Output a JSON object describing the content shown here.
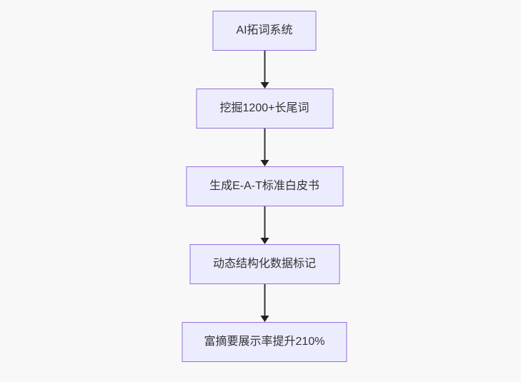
{
  "diagram": {
    "type": "flowchart",
    "direction": "top-down",
    "nodes": [
      {
        "label": "AI拓词系统"
      },
      {
        "label": "挖掘1200+长尾词"
      },
      {
        "label": "生成E-A-T标准白皮书"
      },
      {
        "label": "动态结构化数据标记"
      },
      {
        "label": "富摘要展示率提升210%"
      }
    ],
    "edges": [
      {
        "from": 0,
        "to": 1
      },
      {
        "from": 1,
        "to": 2
      },
      {
        "from": 2,
        "to": 3
      },
      {
        "from": 3,
        "to": 4
      }
    ],
    "colors": {
      "node_fill": "#ECECFF",
      "node_border": "#9370DB",
      "arrow": "#333333",
      "text": "#333333",
      "background": "#f8f8f8"
    }
  }
}
